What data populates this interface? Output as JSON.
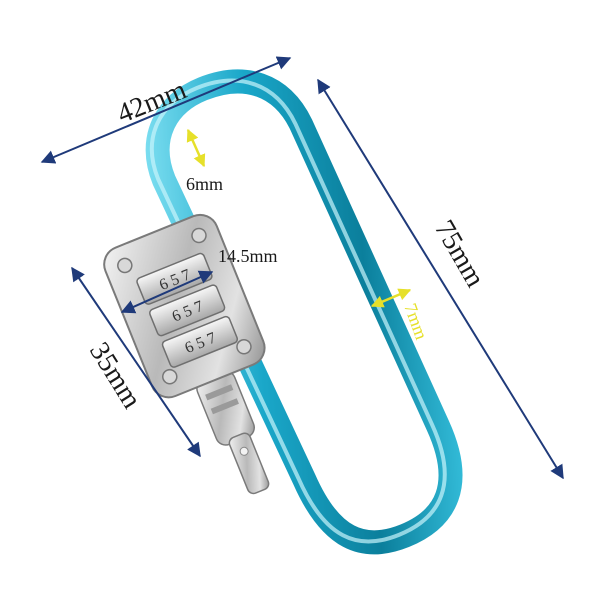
{
  "product": {
    "name": "carabiner-combination-lock",
    "body_color": "#1aa7c9",
    "lock_color": "#c9c9c9"
  },
  "dimensions": {
    "width_top": "42mm",
    "height_right": "75mm",
    "height_left": "35mm",
    "lock_width": "14.5mm",
    "wire_top": "6mm",
    "wire_side": "7mm"
  },
  "dials": [
    {
      "digits": "6 5 7"
    },
    {
      "digits": "6 5 7"
    },
    {
      "digits": "6 5 7"
    }
  ],
  "colors": {
    "dimension_line": "#1f3a7a",
    "highlight_arrow": "#e6e02a",
    "text": "#1a1a1a"
  }
}
